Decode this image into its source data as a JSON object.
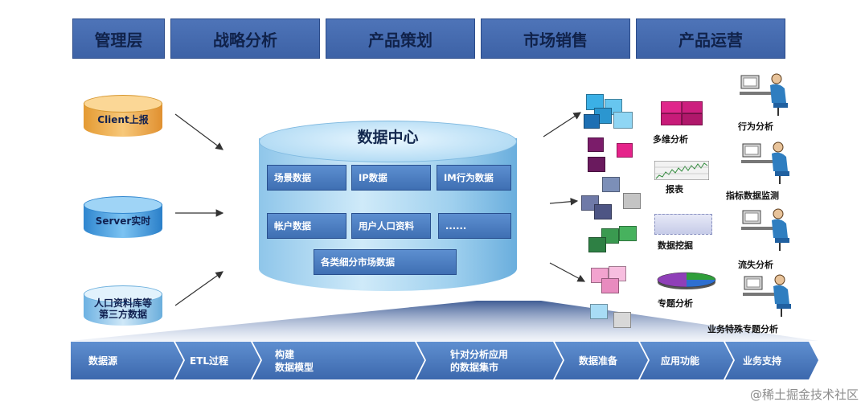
{
  "header": {
    "tabs": [
      "管理层",
      "战略分析",
      "产品策划",
      "市场销售",
      "产品运营"
    ]
  },
  "sources": [
    {
      "label": "Client上报",
      "color": "#f0b04a"
    },
    {
      "label": "Server实时",
      "color": "#58a9e4"
    },
    {
      "label": "人口资料库等\n第三方数据",
      "color": "#8fc4ea"
    }
  ],
  "data_center": {
    "title": "数据中心",
    "boxes": [
      "场景数据",
      "IP数据",
      "IM行为数据",
      "帐户数据",
      "用户人口资料",
      "......",
      "各类细分市场数据"
    ]
  },
  "analysis": {
    "items": [
      "多维分析",
      "报表",
      "数据挖掘",
      "专题分析"
    ]
  },
  "users": {
    "items": [
      "行为分析",
      "指标数据监测",
      "流失分析",
      "业务特殊专题分析"
    ]
  },
  "flow": {
    "steps": [
      "数据源",
      "ETL过程",
      "构建\n数据模型",
      "针对分析应用\n的数据集市",
      "数据准备",
      "应用功能",
      "业务支持"
    ]
  },
  "watermark": "@稀土掘金技术社区"
}
